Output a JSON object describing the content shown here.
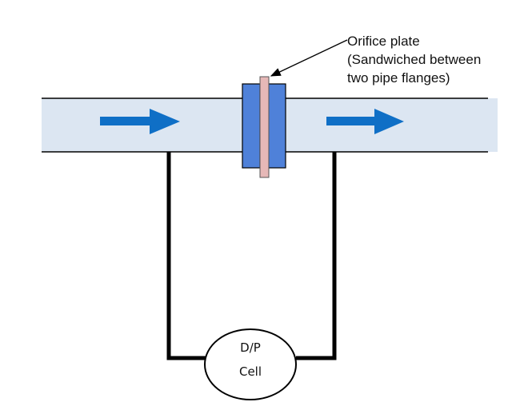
{
  "annotation": {
    "lines": [
      "Orifice plate",
      "(Sandwiched between",
      "two pipe flanges)"
    ]
  },
  "dp_cell": {
    "lines": [
      "D/P",
      "Cell"
    ]
  },
  "colors": {
    "pipe": "#dce6f2",
    "flange": "#4f81d9",
    "orifice_plate": "#e6b8b7",
    "flow_arrow": "#0f6fc6",
    "impulse_line": "#000000"
  }
}
